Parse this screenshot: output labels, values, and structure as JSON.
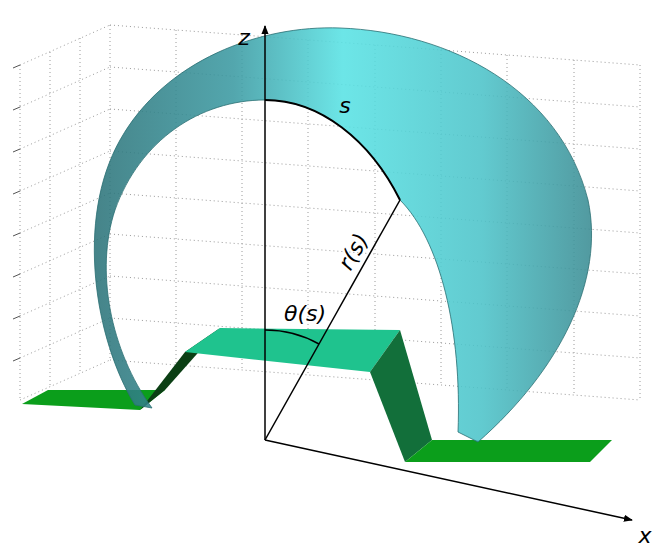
{
  "diagram": {
    "labels": [
      "z",
      "s",
      "r(s)",
      "θ(s)",
      "x"
    ]
  }
}
